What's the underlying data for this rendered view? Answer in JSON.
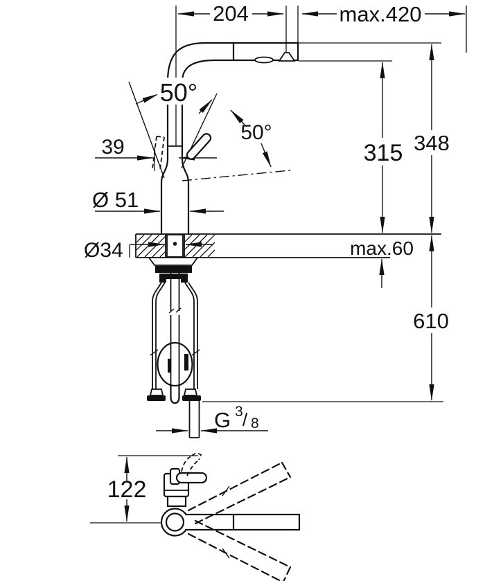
{
  "colors": {
    "ink": "#111111",
    "paper": "#ffffff"
  },
  "front_view": {
    "reach": "204",
    "pullout_max": "max.420",
    "spout_height": "315",
    "overall_height": "348",
    "deck_thickness_max": "max.60",
    "below_deck_length": "610",
    "lever_angle_back": "50°",
    "lever_angle_front": "50°",
    "lever_reach": "39",
    "body_diameter": "Ø 51",
    "hole_diameter": "Ø34",
    "thread": {
      "letter": "G",
      "numerator": "3",
      "slash": "/",
      "denominator": "8"
    }
  },
  "plan_view": {
    "head_height": "122"
  }
}
